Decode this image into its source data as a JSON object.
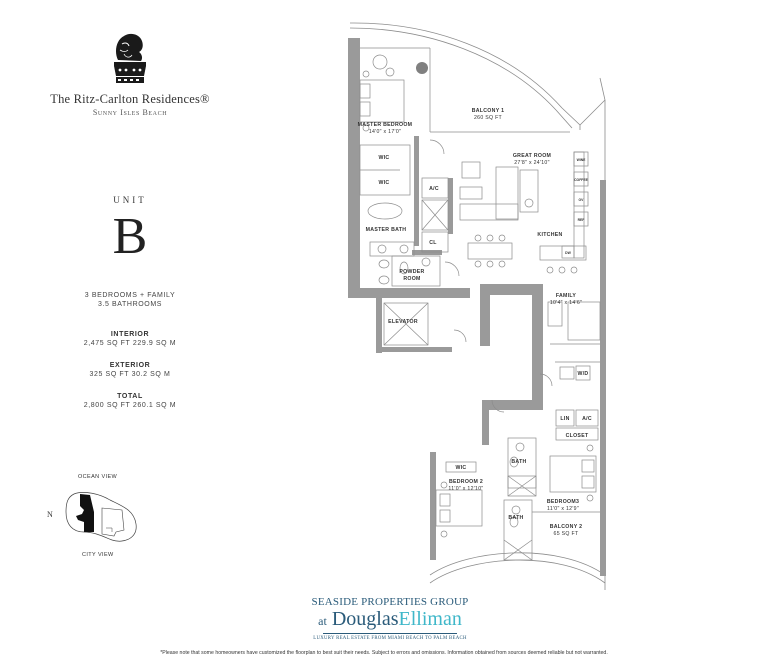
{
  "brand": {
    "name": "The Ritz-Carlton Residences®",
    "subtitle": "Sunny Isles Beach",
    "logo_icon": "lion-crown-crest-icon"
  },
  "unit": {
    "label": "UNIT",
    "letter": "B",
    "bedrooms": "3 BEDROOMS + FAMILY",
    "bathrooms": "3.5 BATHROOMS"
  },
  "areas": [
    {
      "heading": "INTERIOR",
      "value": "2,475 SQ FT 229.9 SQ M"
    },
    {
      "heading": "EXTERIOR",
      "value": "325 SQ FT 30.2 SQ M"
    },
    {
      "heading": "TOTAL",
      "value": "2,800 SQ FT 260.1 SQ M"
    }
  ],
  "keyplan": {
    "top_label": "OCEAN VIEW",
    "bottom_label": "CITY VIEW",
    "compass": "N"
  },
  "rooms": {
    "master_bedroom": {
      "name": "MASTER BEDROOM",
      "dims": "14'0\" x 17'0\""
    },
    "balcony1": {
      "name": "BALCONY 1",
      "dims": "260 SQ FT"
    },
    "great_room": {
      "name": "GREAT ROOM",
      "dims": "27'8\" x 24'10\""
    },
    "wic1": {
      "name": "WIC"
    },
    "wic2": {
      "name": "WIC"
    },
    "ac1": {
      "name": "A/C"
    },
    "master_bath": {
      "name": "MASTER BATH"
    },
    "cl": {
      "name": "CL"
    },
    "kitchen": {
      "name": "KITCHEN"
    },
    "powder_room": {
      "name": "POWDER",
      "name2": "ROOM"
    },
    "wine": {
      "name": "WINE"
    },
    "coffee": {
      "name": "COFFEE"
    },
    "ov": {
      "name": "OV"
    },
    "ref": {
      "name": "REF"
    },
    "dw": {
      "name": "DW"
    },
    "family": {
      "name": "FAMILY",
      "dims": "10'4\" x 14'6\""
    },
    "elevator": {
      "name": "ELEVATOR"
    },
    "wd": {
      "name": "W/D"
    },
    "lin": {
      "name": "LIN"
    },
    "ac2": {
      "name": "A/C"
    },
    "closet": {
      "name": "CLOSET"
    },
    "bath2": {
      "name": "BATH"
    },
    "bath3": {
      "name": "BATH"
    },
    "wic3": {
      "name": "WIC"
    },
    "bedroom2": {
      "name": "BEDROOM 2",
      "dims": "11'0\" x 12'10\""
    },
    "bedroom3": {
      "name": "BEDROOM3",
      "dims": "11'0\" x 12'9\""
    },
    "balcony2": {
      "name": "BALCONY 2",
      "dims": "65 SQ FT"
    }
  },
  "broker": {
    "line1": "SEASIDE PROPERTIES GROUP",
    "at": "at",
    "douglas": "Douglas",
    "elliman": "Elliman",
    "tagline": "LUXURY REAL ESTATE FROM MIAMI BEACH TO PALM BEACH"
  },
  "disclaimer": "*Please note that some homeowners have customized the floorplan to best suit their needs. Subject to errors and omissions. Information obtained from sources deemed reliable but not warranted.",
  "colors": {
    "wall": "#9a9a9a",
    "line": "#8c8c8c",
    "text": "#333333",
    "broker_blue": "#2a5b7a",
    "broker_teal": "#3fb7c9"
  }
}
